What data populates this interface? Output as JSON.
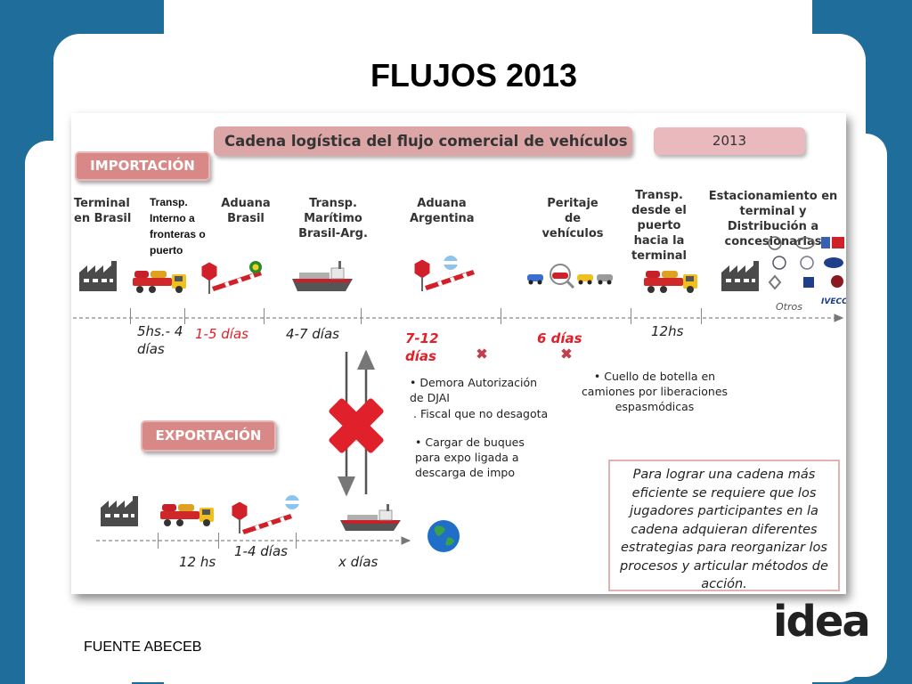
{
  "title": "FLUJOS 2013",
  "source": "FUENTE ABECEB",
  "logo_text": "idea",
  "diagram": {
    "header": "Cadena logística del flujo comercial de vehículos",
    "year": "2013",
    "import_label": "IMPORTACIÓN",
    "export_label": "EXPORTACIÓN",
    "import_stages": {
      "terminal": "Terminal en Brasil",
      "transp_interno": "Transp. Interno a fronteras o puerto",
      "aduana_brasil": "Aduana Brasil",
      "transp_maritimo": "Transp. Marítimo Brasil-Arg.",
      "aduana_argentina": "Aduana Argentina",
      "peritaje": "Peritaje de vehículos",
      "transp_puerto": "Transp. desde el puerto hacia la terminal",
      "estacionamiento": "Estacionamiento en terminal y Distribución a concesionarias"
    },
    "import_durations": {
      "d1": "5hs.- 4 días",
      "d2": "1-5 días",
      "d3": "4-7 días",
      "d4": "7-12 días",
      "d5": "6 días",
      "d6": "12hs"
    },
    "notes": {
      "aduana_1": "• Demora Autorización de DJAI",
      "aduana_2": ". Fiscal que no desagota",
      "aduana_3": "• Cargar de buques para expo ligada a descarga de impo",
      "peritaje": "• Cuello de botella en camiones por liberaciones espasmódicas"
    },
    "brands": {
      "otros": "Otros",
      "iveco": "IVECO"
    },
    "export_durations": {
      "d1": "12 hs",
      "d2": "1-4 días",
      "d3": "x días"
    },
    "callout": "Para lograr una cadena más eficiente se requiere que los jugadores participantes en la cadena adquieran diferentes estrategias  para reorganizar los procesos y articular métodos de acción.",
    "colors": {
      "accent_red": "#e0202a",
      "badge": "#d98888",
      "header_bg": "#dca6a6",
      "frame_blue": "#1f6d9b"
    }
  }
}
